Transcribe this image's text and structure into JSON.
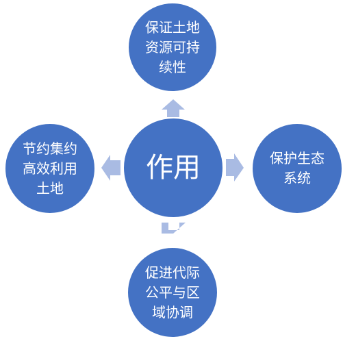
{
  "diagram": {
    "center": {
      "label": "作用"
    },
    "top": {
      "label": "保证土地\n资源可持\n续性"
    },
    "right": {
      "label": "保护生态\n系统"
    },
    "bottom": {
      "label": "促进代际\n公平与区\n域协调"
    },
    "left": {
      "label": "节约集约\n高效利用\n土地"
    }
  },
  "colors": {
    "node_fill": "#4472C4",
    "node_stroke": "#ffffff",
    "arrow_fill": "#A9BBE3",
    "text": "#ffffff"
  }
}
